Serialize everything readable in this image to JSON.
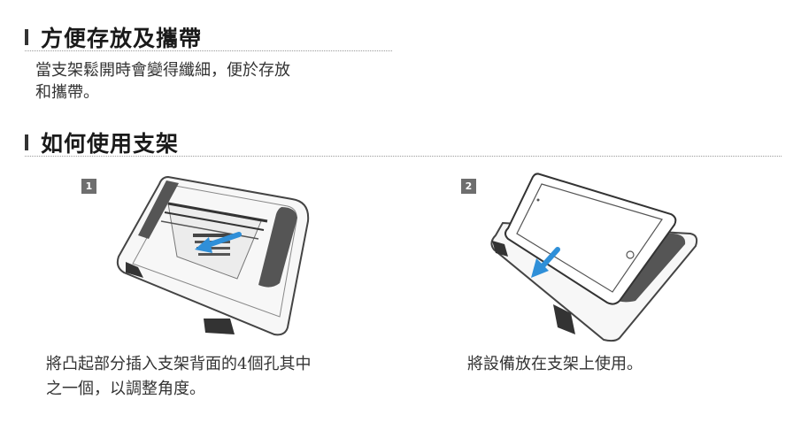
{
  "section1": {
    "title": "方便存放及攜帶",
    "desc_line1": "當支架鬆開時會變得纖細，便於存放",
    "desc_line2": "和攜帶。"
  },
  "section2": {
    "title": "如何使用支架",
    "steps": [
      {
        "number": "1",
        "caption_line1": "將凸起部分插入支架背面的4個孔其中",
        "caption_line2": "之一個，以調整角度。"
      },
      {
        "number": "2",
        "caption_line1": "將設備放在支架上使用。"
      }
    ]
  },
  "colors": {
    "arrow": "#2f8fd8",
    "badge": "#6e6e6e",
    "pad": "#555555"
  }
}
